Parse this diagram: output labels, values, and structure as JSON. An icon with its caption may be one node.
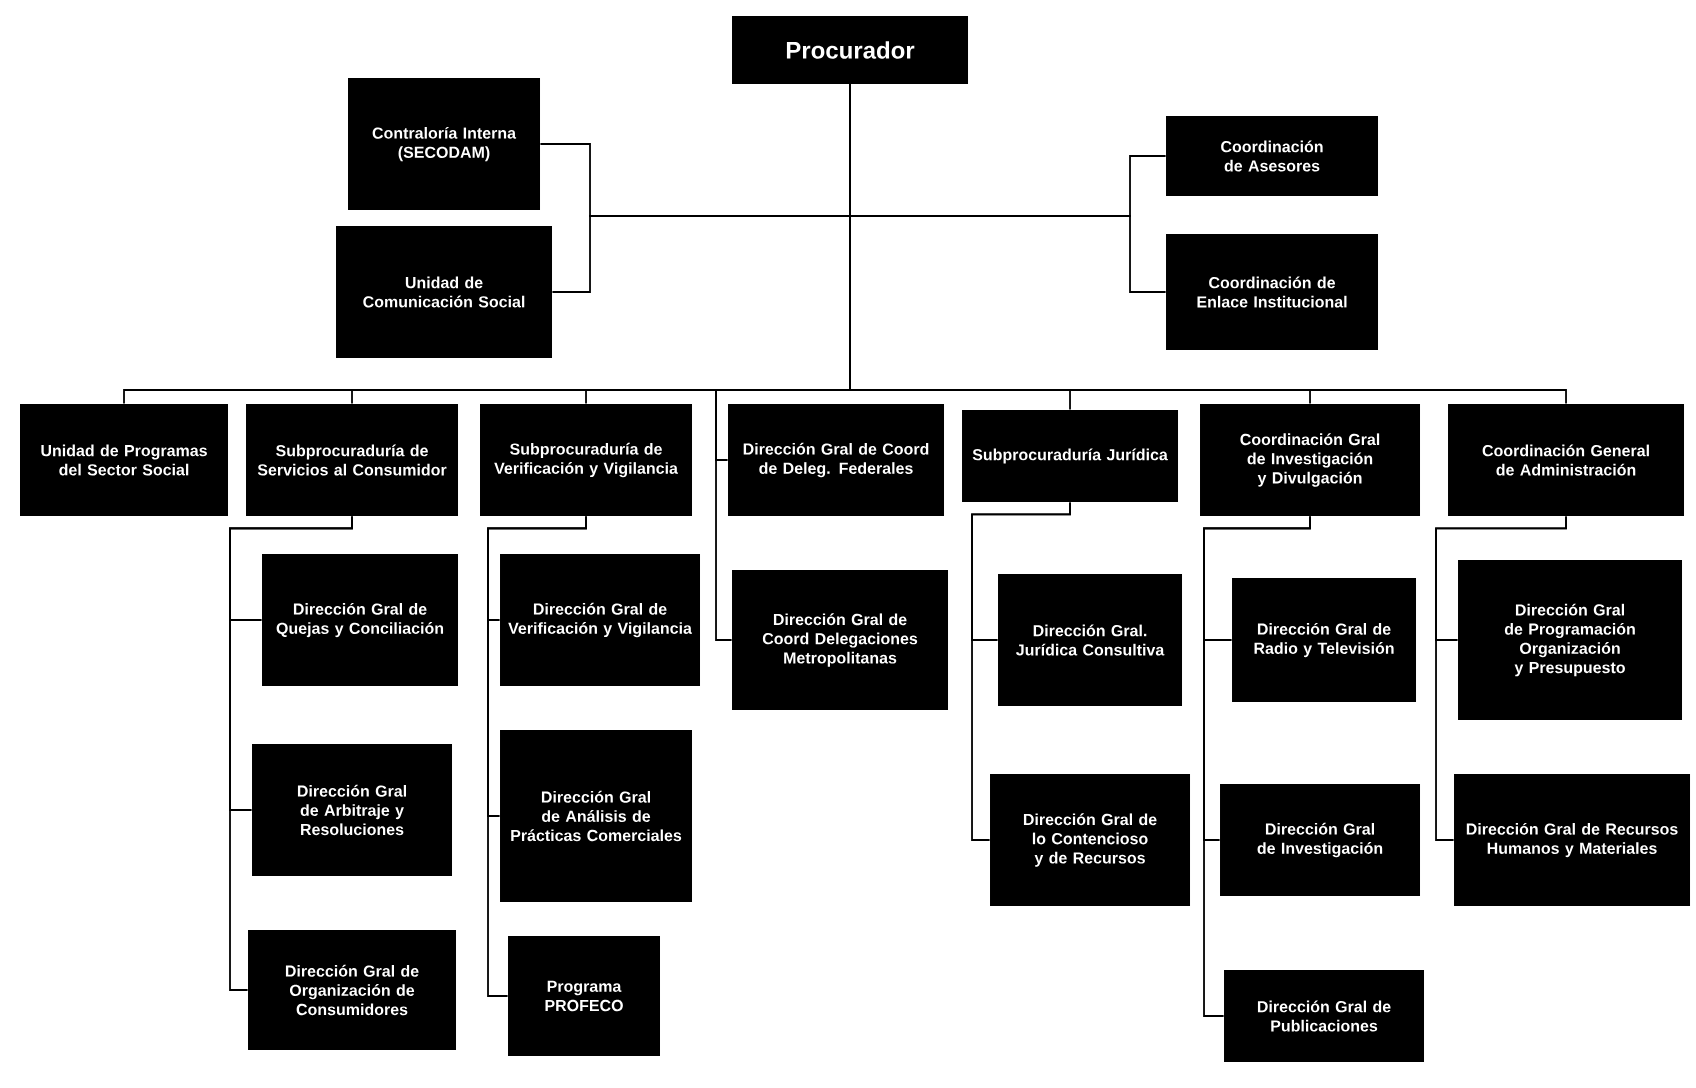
{
  "diagram": {
    "nodes": [
      {
        "text": [
          "Procurador"
        ]
      },
      {
        "text": [
          "Contraloría Interna (SECODAM)"
        ]
      },
      {
        "text": [
          "Unidad de Comunicación Social"
        ]
      },
      {
        "text": [
          "Coordinación de Asesores"
        ]
      },
      {
        "text": [
          "Coordinación de Enlace Institucional"
        ]
      },
      {
        "text": [
          "Unidad de Programas del Sector Social"
        ]
      },
      {
        "text": [
          "Subprocuraduría de Servicios al Consumidor"
        ]
      },
      {
        "text": [
          "Subprocuraduría de Verificación y Vigilancia"
        ]
      },
      {
        "text": [
          "Dirección Gral de Coord de Deleg. Federales"
        ]
      },
      {
        "text": [
          "Subprocuraduría Jurídica"
        ]
      },
      {
        "text": [
          "Coordinación Gral de Investigación y Divulgación"
        ]
      },
      {
        "text": [
          "Coordinación General de Administración"
        ]
      },
      {
        "text": [
          "Dirección Gral de Coord Delegaciones Metropolitanas"
        ]
      },
      {
        "text": [
          "Dirección Gral de Quejas y Conciliación"
        ]
      },
      {
        "text": [
          "Dirección Gral de Arbitraje y Resoluciones"
        ]
      },
      {
        "text": [
          "Dirección Gral de Organización de Consumidores"
        ]
      },
      {
        "text": [
          "Dirección Gral de Verificación y Vigilancia"
        ]
      },
      {
        "text": [
          "Dirección Gral de Análisis de Prácticas Comerciales"
        ]
      },
      {
        "text": [
          "Programa PROFECO"
        ]
      },
      {
        "text": [
          "Dirección Gral. Jurídica Consultiva"
        ]
      },
      {
        "text": [
          "Dirección Gral de lo Contencioso y de Recursos"
        ]
      },
      {
        "text": [
          "Dirección Gral de Radio y Televisión"
        ]
      },
      {
        "text": [
          "Dirección Gral de Investigación"
        ]
      },
      {
        "text": [
          "Dirección Gral de Publicaciones"
        ]
      },
      {
        "text": [
          "Dirección Gral de Programación Organización y Presupuesto"
        ]
      },
      {
        "text": [
          "Dirección Gral de Recursos Humanos y Materiales"
        ]
      }
    ],
    "edges": [
      {
        "from": 0,
        "to": 1,
        "arrow": "none"
      },
      {
        "from": 0,
        "to": 2,
        "arrow": "none"
      },
      {
        "from": 0,
        "to": 3,
        "arrow": "none"
      },
      {
        "from": 0,
        "to": 4,
        "arrow": "none"
      },
      {
        "from": 0,
        "to": 5,
        "arrow": "none"
      },
      {
        "from": 0,
        "to": 6,
        "arrow": "none"
      },
      {
        "from": 0,
        "to": 7,
        "arrow": "none"
      },
      {
        "from": 0,
        "to": 8,
        "arrow": "none"
      },
      {
        "from": 0,
        "to": 12,
        "arrow": "none"
      },
      {
        "from": 0,
        "to": 9,
        "arrow": "none"
      },
      {
        "from": 0,
        "to": 10,
        "arrow": "none"
      },
      {
        "from": 0,
        "to": 11,
        "arrow": "none"
      },
      {
        "from": 6,
        "to": 13,
        "arrow": "none"
      },
      {
        "from": 6,
        "to": 14,
        "arrow": "none"
      },
      {
        "from": 6,
        "to": 15,
        "arrow": "none"
      },
      {
        "from": 7,
        "to": 16,
        "arrow": "none"
      },
      {
        "from": 7,
        "to": 17,
        "arrow": "none"
      },
      {
        "from": 7,
        "to": 18,
        "arrow": "none"
      },
      {
        "from": 9,
        "to": 19,
        "arrow": "none"
      },
      {
        "from": 9,
        "to": 20,
        "arrow": "none"
      },
      {
        "from": 10,
        "to": 21,
        "arrow": "none"
      },
      {
        "from": 10,
        "to": 22,
        "arrow": "none"
      },
      {
        "from": 10,
        "to": 23,
        "arrow": "none"
      },
      {
        "from": 11,
        "to": 24,
        "arrow": "none"
      },
      {
        "from": 11,
        "to": 25,
        "arrow": "none"
      }
    ]
  }
}
